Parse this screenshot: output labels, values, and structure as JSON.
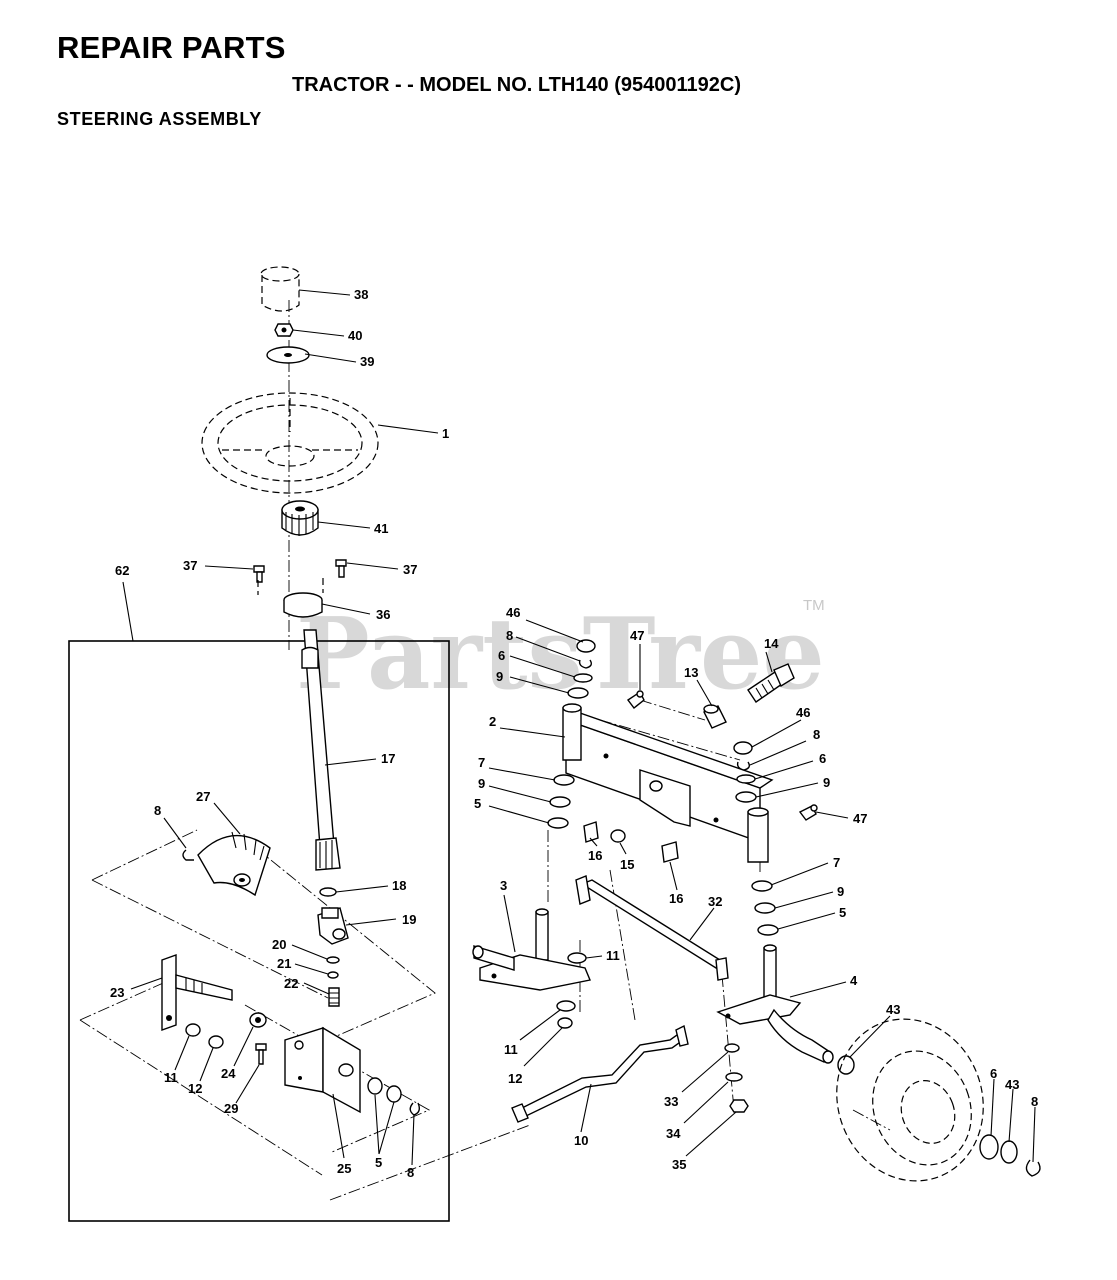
{
  "header": {
    "title": "REPAIR PARTS",
    "subtitle": "TRACTOR - - MODEL NO. LTH140 (954001192C)",
    "section": "STEERING  ASSEMBLY"
  },
  "watermark": {
    "text": "PartsTree",
    "mark": "TM"
  },
  "callouts": {
    "c38": "38",
    "c40": "40",
    "c39": "39",
    "c1": "1",
    "c41": "41",
    "c37a": "37",
    "c37b": "37",
    "c36": "36",
    "c62": "62",
    "c17": "17",
    "c27": "27",
    "c8a": "8",
    "c18": "18",
    "c19": "19",
    "c20": "20",
    "c21": "21",
    "c22": "22",
    "c23": "23",
    "c11a": "11",
    "c12a": "12",
    "c24": "24",
    "c29": "29",
    "c25": "25",
    "c5a": "5",
    "c8b": "8",
    "c46a": "46",
    "c8c": "8",
    "c6a": "6",
    "c9a": "9",
    "c47a": "47",
    "c13": "13",
    "c14": "14",
    "c2": "2",
    "c7a": "7",
    "c9b": "9",
    "c5b": "5",
    "c16a": "16",
    "c15": "15",
    "c16b": "16",
    "c46b": "46",
    "c8d": "8",
    "c6b": "6",
    "c9c": "9",
    "c47b": "47",
    "c7b": "7",
    "c9d": "9",
    "c5c": "5",
    "c3": "3",
    "c32": "32",
    "c11b": "11",
    "c11c": "11",
    "c12b": "12",
    "c4": "4",
    "c43a": "43",
    "c33": "33",
    "c34": "34",
    "c35": "35",
    "c10": "10",
    "c6c": "6",
    "c43b": "43",
    "c8e": "8"
  }
}
